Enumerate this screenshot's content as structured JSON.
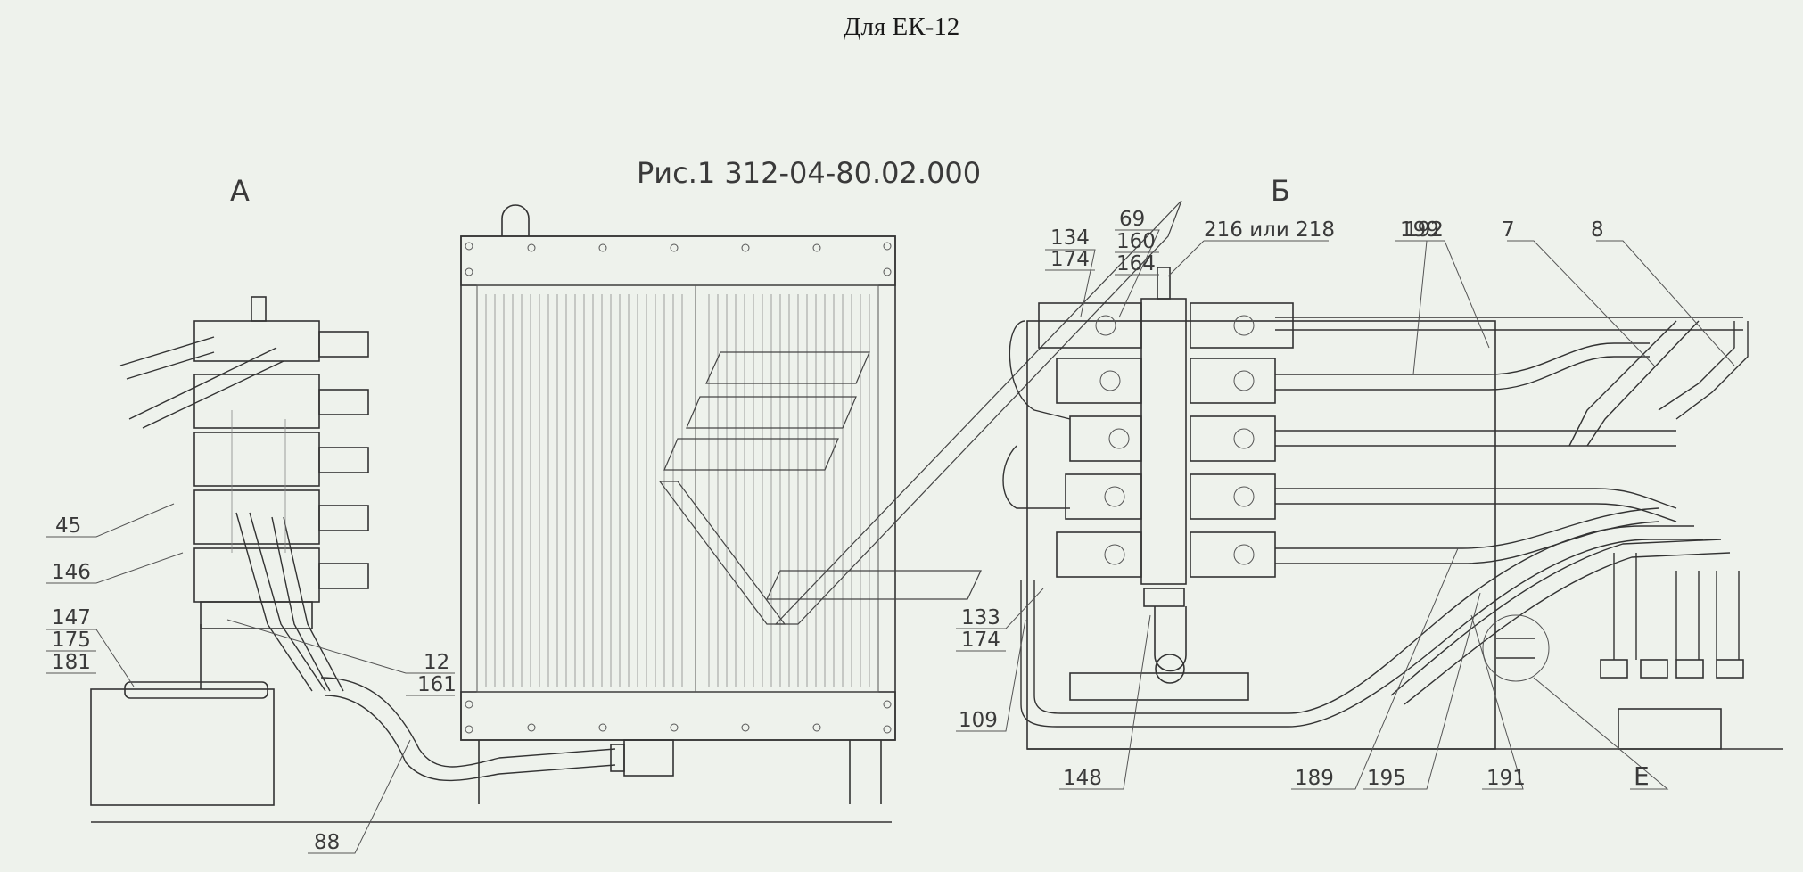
{
  "title": "Для ЕК-12",
  "figure_caption": "Рис.1 312-04-80.02.000",
  "views": {
    "a": "А",
    "b": "Б",
    "e": "Е"
  },
  "callouts": {
    "c45": "45",
    "c146": "146",
    "c147": "147",
    "c175": "175",
    "c181": "181",
    "c12": "12",
    "c161": "161",
    "c88": "88",
    "c134": "134",
    "c174a": "174",
    "c69": "69",
    "c160": "160",
    "c164": "164",
    "c216": "216 или 218",
    "c199": "199",
    "c192": "192",
    "c7": "7",
    "c8": "8",
    "c133": "133",
    "c174b": "174",
    "c109": "109",
    "c148": "148",
    "c189": "189",
    "c195": "195",
    "c191": "191",
    "cE": "Е"
  }
}
